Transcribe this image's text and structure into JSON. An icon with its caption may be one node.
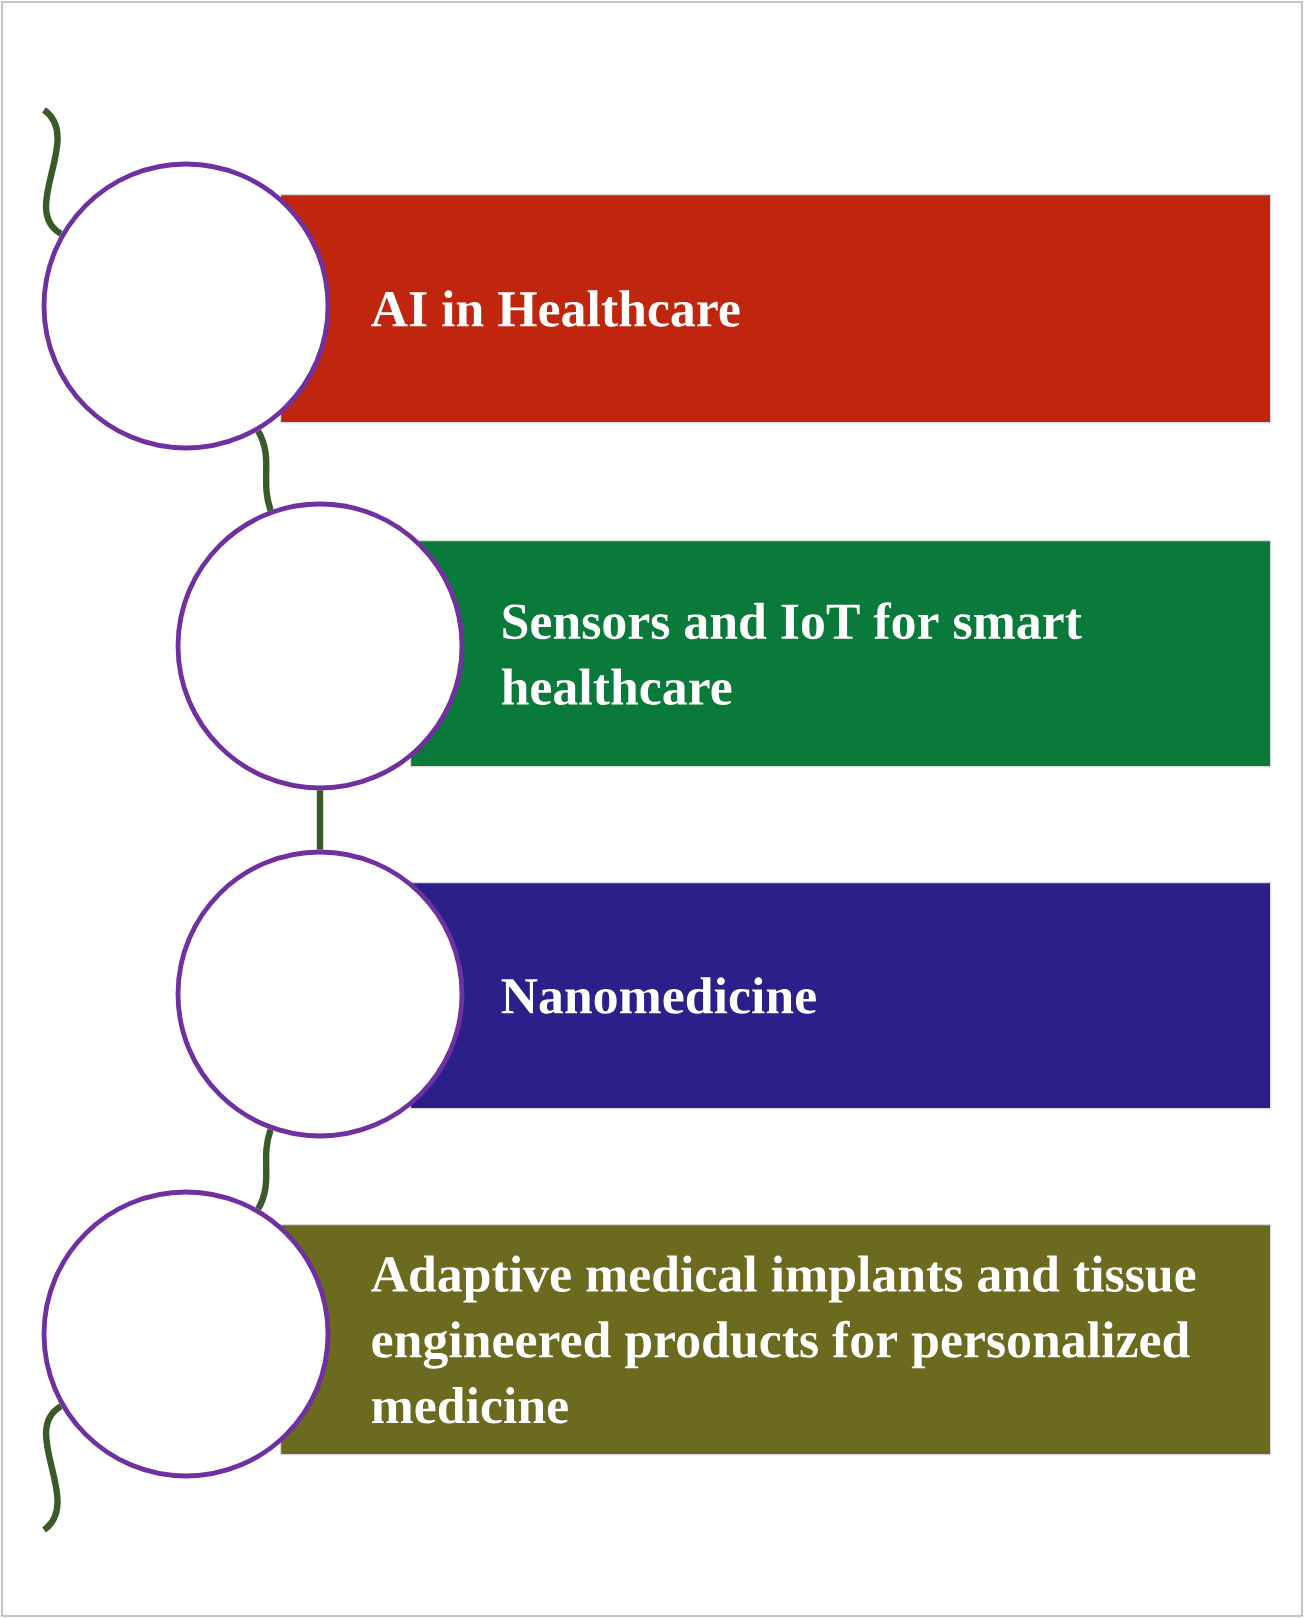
{
  "diagram": {
    "nodes": [
      {
        "text": [],
        "shape": "circle"
      },
      {
        "text": [
          "AI in Healthcare"
        ]
      },
      {
        "text": [],
        "shape": "circle"
      },
      {
        "text": [
          "Sensors and IoT for smart healthcare"
        ]
      },
      {
        "text": [],
        "shape": "circle"
      },
      {
        "text": [
          "Nanomedicine"
        ]
      },
      {
        "text": [],
        "shape": "circle"
      },
      {
        "text": [
          "Adaptive medical implants and tissue engineered products for personalized medicine"
        ]
      }
    ],
    "edges": [
      {
        "from": null,
        "to": 0,
        "arrow": "none"
      },
      {
        "from": 0,
        "to": 2,
        "arrow": "none"
      },
      {
        "from": 2,
        "to": 4,
        "arrow": "none"
      },
      {
        "from": 4,
        "to": 6,
        "arrow": "none"
      },
      {
        "from": 6,
        "to": null,
        "arrow": "none"
      }
    ]
  }
}
